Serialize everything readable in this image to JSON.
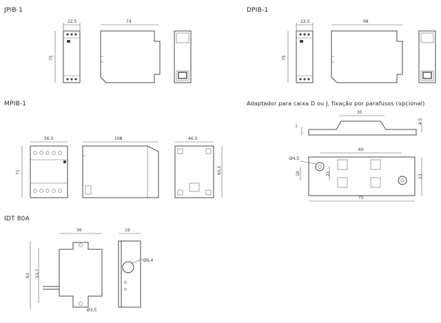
{
  "titles": {
    "jpib": "JPIB-1",
    "dpib": "DPIB-1",
    "mpib": "MPIB-1",
    "adaptador": "Adaptador para caixa D ou J, fixação por parafusos (opcional)",
    "idt": "IDT 80A"
  },
  "dims": {
    "jpib_w": "22,5",
    "jpib_h": "75",
    "jpib_d": "74",
    "dpib_w": "22,5",
    "dpib_h": "75",
    "dpib_d": "98",
    "mpib_w": "56,5",
    "mpib_h": "71",
    "mpib_d": "108",
    "mpib_side_w": "46,5",
    "mpib_side_h": "60,5",
    "ad_top_w": "35",
    "ad_left_h": "7",
    "ad_right_h": "4,5",
    "ad_inner_w": "60",
    "ad_hole": "Ø4,5",
    "ad_h1": "18",
    "ad_h2": "21",
    "ad_h3": "23",
    "ad_total_w": "75",
    "idt_w": "36",
    "idt_side_w": "19",
    "idt_h1": "62",
    "idt_h2": "53,7",
    "idt_hole_big": "Ø9,4",
    "idt_hole_small": "Ø3,5"
  }
}
